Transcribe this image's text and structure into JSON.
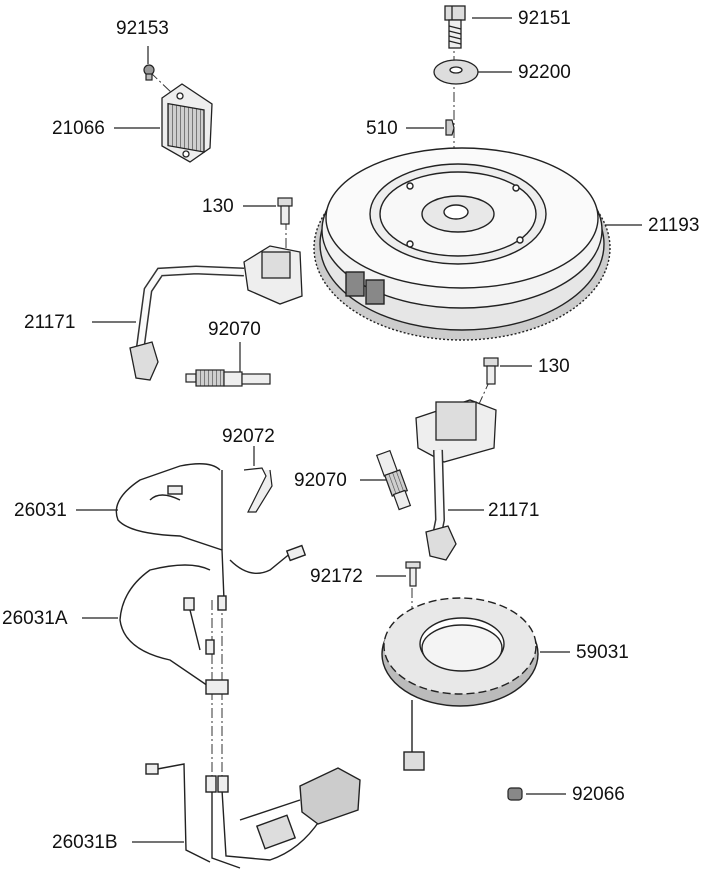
{
  "labels": {
    "p92151": "92151",
    "p92153": "92153",
    "p92200": "92200",
    "p21066": "21066",
    "p510": "510",
    "p130_top": "130",
    "p21193": "21193",
    "p21171_left": "21171",
    "p92070_left": "92070",
    "p130_right": "130",
    "p92072": "92072",
    "p92070_right": "92070",
    "p26031": "26031",
    "p21171_right": "21171",
    "p92172": "92172",
    "p26031A": "26031A",
    "p59031": "59031",
    "p92066": "92066",
    "p26031B": "26031B"
  }
}
